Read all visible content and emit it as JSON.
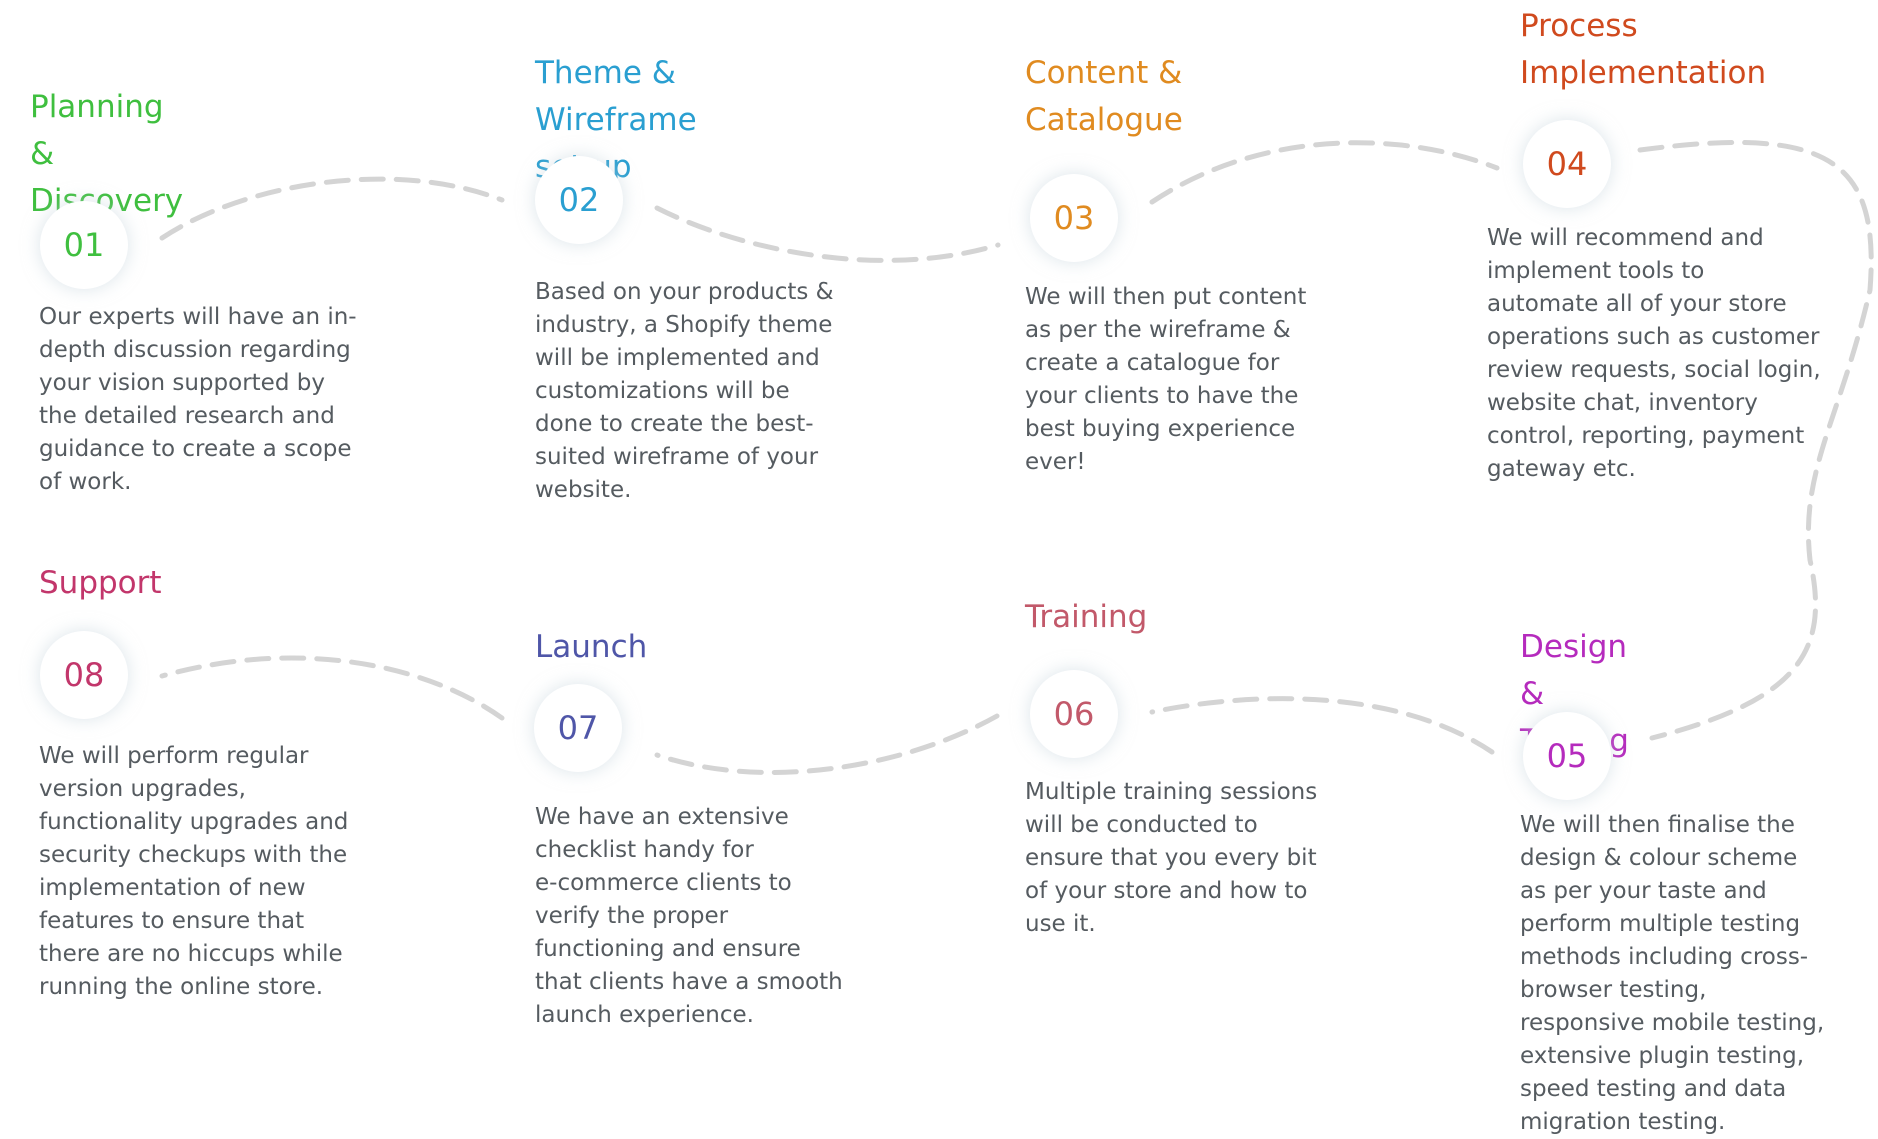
{
  "steps": [
    {
      "number": "01",
      "title": "Planning &\nDiscovery",
      "color": "#3fbf3f",
      "description": "Our experts will have an in-\ndepth discussion regarding\nyour vision supported by\nthe detailed research and\nguidance to create a scope\nof work."
    },
    {
      "number": "02",
      "title": "Theme &\nWireframe set up",
      "color": "#2a9fd1",
      "description": "Based on your products &\nindustry, a Shopify theme\nwill be implemented and\ncustomizations will be\ndone to create the best-\nsuited wireframe of your\nwebsite."
    },
    {
      "number": "03",
      "title": "Content &\nCatalogue",
      "color": "#e08b20",
      "description": " We will then put content\nas per the wireframe &\ncreate a catalogue for\nyour clients to have the\nbest buying experience\never!"
    },
    {
      "number": "04",
      "title": "Process\nImplementation",
      "color": "#d04a1e",
      "description": "We will recommend and\nimplement tools to\nautomate all of your store\noperations such as customer\nreview requests, social login,\nwebsite chat, inventory\ncontrol, reporting, payment\ngateway etc."
    },
    {
      "number": "05",
      "title": "Design &\nTesting",
      "color": "#b52bbd",
      "description": "We will then finalise the\ndesign & colour scheme\nas per your taste and\nperform multiple testing\nmethods including cross-\nbrowser testing,\nresponsive mobile testing,\nextensive plugin testing,\nspeed testing and data\nmigration testing."
    },
    {
      "number": "06",
      "title": "Training",
      "color": "#c2596a",
      "description": "Multiple training sessions\nwill be conducted to\nensure that you every bit\nof your store and how to\nuse it."
    },
    {
      "number": "07",
      "title": "Launch",
      "color": "#4f56a8",
      "description": "We have an extensive\nchecklist handy for\ne-commerce clients to\nverify the proper\nfunctioning and ensure\nthat clients have a smooth\nlaunch experience."
    },
    {
      "number": "08",
      "title": "Support",
      "color": "#c2366b",
      "description": "We will perform regular\nversion upgrades,\nfunctionality upgrades and\nsecurity checkups with the\nimplementation of new\nfeatures to ensure that\nthere are no hiccups while\nrunning the online store."
    }
  ]
}
